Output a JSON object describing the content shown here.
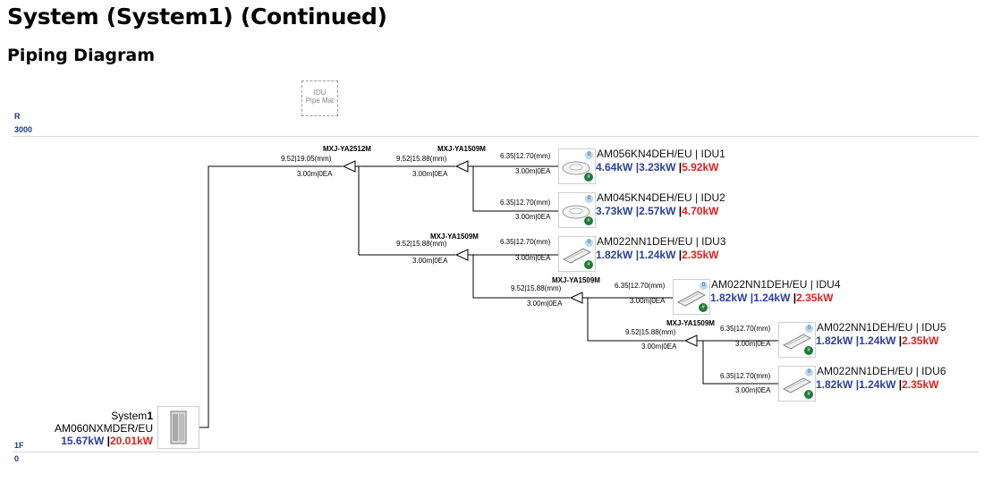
{
  "header": {
    "title": "System (System1) (Continued)",
    "subtitle": "Piping Diagram"
  },
  "legend": {
    "line1": "IDU",
    "line2": "Pipe Mat"
  },
  "floors": {
    "top_letter": "R",
    "top_value": "3000",
    "bottom_letter": "1F",
    "bottom_value": "0"
  },
  "outdoor": {
    "system": "System",
    "index": "1",
    "model": "AM060NXMDER/EU",
    "cool": "15.67kW",
    "heat": "20.01kW"
  },
  "branches": [
    {
      "model": "MXJ-YA2512M",
      "size": "9.52|19.05(mm)",
      "length": "3.00m|0EA"
    },
    {
      "model": "MXJ-YA1509M",
      "size": "9.52|15.88(mm)",
      "length": "3.00m|0EA"
    },
    {
      "model": "MXJ-YA1509M",
      "size": "9.52|15.88(mm)",
      "length": "3.00m|0EA"
    },
    {
      "model": "MXJ-YA1509M",
      "size": "9.52|15.88(mm)",
      "length": "3.00m|0EA"
    },
    {
      "model": "MXJ-YA1509M",
      "size": "9.52|15.88(mm)",
      "length": "3.00m|0EA"
    }
  ],
  "indoor_units": [
    {
      "pipe": "6.35|12.70(mm)",
      "length": "3.00m|0EA",
      "name": "AM056KN4DEH/EU | IDU1",
      "cool": "4.64kW",
      "sens": "3.23kW",
      "heat": "5.92kW",
      "kind": "cassette"
    },
    {
      "pipe": "6.35|12.70(mm)",
      "length": "3.00m|0EA",
      "name": "AM045KN4DEH/EU | IDU2",
      "cool": "3.73kW",
      "sens": "2.57kW",
      "heat": "4.70kW",
      "kind": "cassette"
    },
    {
      "pipe": "6.35|12.70(mm)",
      "length": "3.00m|0EA",
      "name": "AM022NN1DEH/EU | IDU3",
      "cool": "1.82kW",
      "sens": "1.24kW",
      "heat": "2.35kW",
      "kind": "1way"
    },
    {
      "pipe": "6.35|12.70(mm)",
      "length": "3.00m|0EA",
      "name": "AM022NN1DEH/EU | IDU4",
      "cool": "1.82kW",
      "sens": "1.24kW",
      "heat": "2.35kW",
      "kind": "1way"
    },
    {
      "pipe": "6.35|12.70(mm)",
      "length": "3.00m|0EA",
      "name": "AM022NN1DEH/EU | IDU5",
      "cool": "1.82kW",
      "sens": "1.24kW",
      "heat": "2.35kW",
      "kind": "1way"
    },
    {
      "pipe": "6.35|12.70(mm)",
      "length": "3.00m|0EA",
      "name": "AM022NN1DEH/EU | IDU6",
      "cool": "1.82kW",
      "sens": "1.24kW",
      "heat": "2.35kW",
      "kind": "1way"
    }
  ],
  "badge_glyph": "#",
  "info_glyph": "0"
}
